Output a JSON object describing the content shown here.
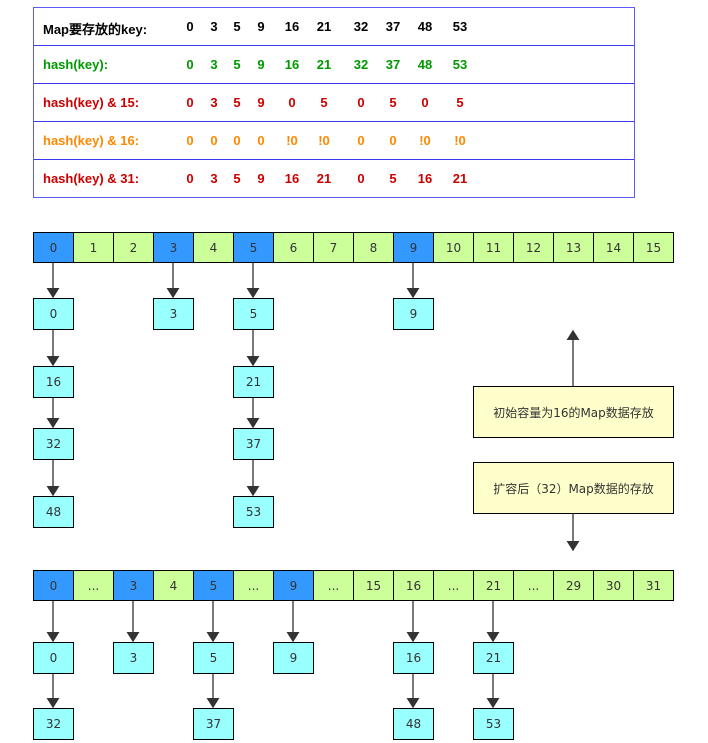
{
  "table": {
    "rows": [
      {
        "label": "Map要存放的key:",
        "color": "#000000",
        "values": [
          "0",
          "3",
          "5",
          "9",
          "16",
          "21",
          "32",
          "37",
          "48",
          "53"
        ]
      },
      {
        "label": "hash(key):",
        "color": "#009900",
        "values": [
          "0",
          "3",
          "5",
          "9",
          "16",
          "21",
          "32",
          "37",
          "48",
          "53"
        ]
      },
      {
        "label": "hash(key) & 15:",
        "color": "#cc0000",
        "values": [
          "0",
          "3",
          "5",
          "9",
          "0",
          "5",
          "0",
          "5",
          "0",
          "5"
        ]
      },
      {
        "label": "hash(key) & 16:",
        "color": "#ff8800",
        "values": [
          "0",
          "0",
          "0",
          "0",
          "!0",
          "!0",
          "0",
          "0",
          "!0",
          "!0"
        ]
      },
      {
        "label": "hash(key) & 31:",
        "color": "#cc0000",
        "values": [
          "0",
          "3",
          "5",
          "9",
          "16",
          "21",
          "0",
          "5",
          "16",
          "21"
        ]
      }
    ]
  },
  "old_array": {
    "cells": [
      "0",
      "1",
      "2",
      "3",
      "4",
      "5",
      "6",
      "7",
      "8",
      "9",
      "10",
      "11",
      "12",
      "13",
      "14",
      "15"
    ],
    "highlighted": [
      0,
      3,
      5,
      9
    ],
    "chains": [
      {
        "index": 0,
        "nodes": [
          "0",
          "16",
          "32",
          "48"
        ]
      },
      {
        "index": 3,
        "nodes": [
          "3"
        ]
      },
      {
        "index": 5,
        "nodes": [
          "5",
          "21",
          "37",
          "53"
        ]
      },
      {
        "index": 9,
        "nodes": [
          "9"
        ]
      }
    ]
  },
  "notes": {
    "old": "初始容量为16的Map数据存放",
    "new": "扩容后（32）Map数据的存放"
  },
  "new_array": {
    "cells": [
      "0",
      "...",
      "3",
      "4",
      "5",
      "...",
      "9",
      "...",
      "15",
      "16",
      "...",
      "21",
      "...",
      "29",
      "30",
      "31"
    ],
    "highlighted": [
      0,
      2,
      4,
      6
    ],
    "chains": [
      {
        "index": 0,
        "nodes": [
          "0",
          "32"
        ]
      },
      {
        "index": 2,
        "nodes": [
          "3"
        ]
      },
      {
        "index": 4,
        "nodes": [
          "5",
          "37"
        ]
      },
      {
        "index": 6,
        "nodes": [
          "9"
        ]
      },
      {
        "index": 9,
        "nodes": [
          "16",
          "48"
        ]
      },
      {
        "index": 11,
        "nodes": [
          "21",
          "53"
        ]
      }
    ]
  },
  "colors": {
    "bucket": "#ccff99",
    "occupied": "#3399ff",
    "node": "#99ffff",
    "note": "#ffffcc"
  }
}
